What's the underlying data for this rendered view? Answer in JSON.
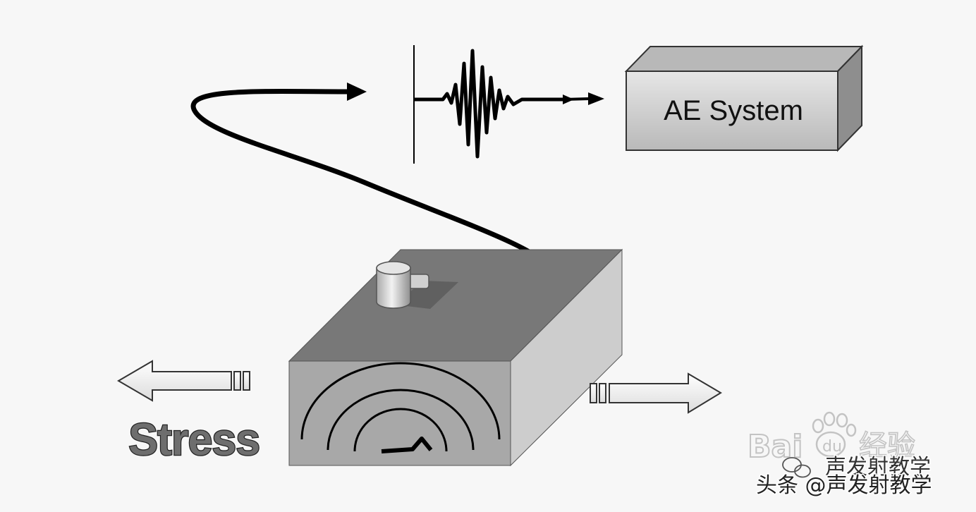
{
  "ae_system": {
    "label": "AE System"
  },
  "stress": {
    "label": "Stress"
  },
  "watermarks": {
    "baidu_text": "Bai",
    "baidu_suffix": "经验",
    "wechat_name": "声发射教学",
    "toutiao_handle": "头条 @声发射教学"
  },
  "colors": {
    "background": "#f7f7f7",
    "specimen_top": "#777777",
    "specimen_front": "#a8a8a8",
    "specimen_side": "#cfcfcf",
    "ae_box_front": "#d4d4d4",
    "ae_box_top": "#b8b8b8",
    "ae_box_side": "#8e8e8e",
    "arrow_fill": "#eeeeee",
    "stress_text": "#6e6e6e",
    "cable": "#000000"
  },
  "icons": [
    "sensor-icon",
    "waveform-icon",
    "wave-front-icon",
    "baidu-paw-icon",
    "wechat-icon"
  ]
}
